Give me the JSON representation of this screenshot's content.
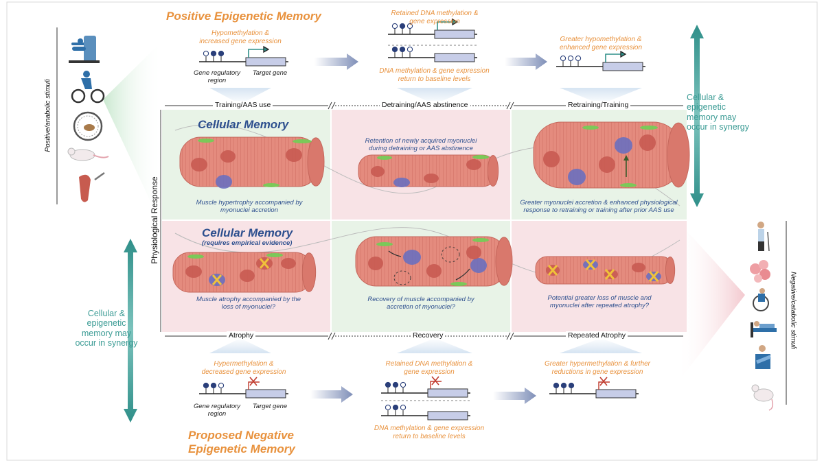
{
  "titles": {
    "positive_memory": "Positive Epigenetic Memory",
    "negative_memory_line1": "Proposed Negative",
    "negative_memory_line2": "Epigenetic Memory",
    "cellular_memory_top": "Cellular Memory",
    "cellular_memory_bottom": "Cellular Memory",
    "cellular_memory_bottom_note": "(requires empirical evidence)"
  },
  "side_labels": {
    "positive_stimuli": "Positive/anabolic stimuli",
    "negative_stimuli": "Negative/catabolic stimuli",
    "physiological_response": "Physiological Response",
    "synergy_right": [
      "Cellular &",
      "epigenetic",
      "memory may",
      "occur in synergy"
    ],
    "synergy_left": [
      "Cellular &",
      "epigenetic",
      "memory may",
      "occur in synergy"
    ]
  },
  "phases_top": [
    "Training/AAS use",
    "Detraining/AAS abstinence",
    "Retraining/Training"
  ],
  "phases_bottom": [
    "Atrophy",
    "Recovery",
    "Repeated Atrophy"
  ],
  "epigenetic_top": {
    "p1_line1": "Hypomethylation &",
    "p1_line2": "increased gene expression",
    "p2_line1": "Retained DNA methylation &",
    "p2_line2": "gene expression",
    "p2b_line1": "DNA methylation & gene expression",
    "p2b_line2": "return to baseline levels",
    "p3_line1": "Greater hypomethylation &",
    "p3_line2": "enhanced gene expression",
    "reg_line1": "Gene regulatory",
    "reg_line2": "region",
    "target": "Target gene"
  },
  "epigenetic_bottom": {
    "p1_line1": "Hypermethylation &",
    "p1_line2": "decreased gene expression",
    "p2_line1": "Retained DNA methylation &",
    "p2_line2": "gene expression",
    "p2b_line1": "DNA methylation & gene expression",
    "p2b_line2": "return to baseline levels",
    "p3_line1": "Greater hypermethylation & further",
    "p3_line2": "reductions in gene expression",
    "reg_line1": "Gene regulatory",
    "reg_line2": "region",
    "target": "Target gene"
  },
  "muscle_top": {
    "c1_line1": "Muscle hypertrophy accompanied by",
    "c1_line2": "myonuclei accretion",
    "c2_line1": "Retention of newly acquired myonuclei",
    "c2_line2": "during detraining or AAS abstinence",
    "c3_line1": "Greater myonuclei accretion & enhanced physiological",
    "c3_line2": "response to retraining or training after prior AAS use"
  },
  "muscle_bottom": {
    "c1_line1": "Muscle atrophy accompanied by the",
    "c1_line2": "loss of myonuclei?",
    "c2_line1": "Recovery of muscle accompanied by",
    "c2_line2": "accretion of myonuclei?",
    "c3_line1": "Potential greater loss of muscle and",
    "c3_line2": "myonuclei after repeated atrophy?"
  },
  "colors": {
    "orange": "#e8913c",
    "navy": "#2d4f8e",
    "teal": "#3a9b94",
    "muscle": "#e2897c",
    "green_bg": "#e7f3e6",
    "pink_bg": "#f8e4e6"
  },
  "icons_left": [
    "leg-press-icon",
    "cycling-icon",
    "hamster-wheel-icon",
    "rat-icon",
    "muscle-injection-icon"
  ],
  "icons_right": [
    "elderly-person-icon",
    "cancer-cells-icon",
    "wheelchair-icon",
    "hospital-bed-icon",
    "arm-sling-icon",
    "mouse-icon"
  ]
}
